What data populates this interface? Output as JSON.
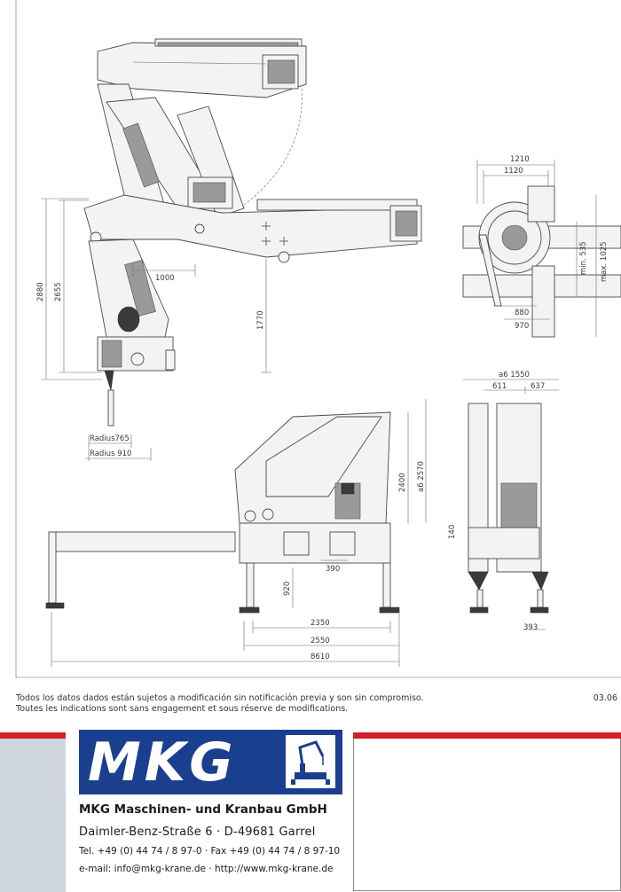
{
  "dimensions": {
    "d2880": "2880",
    "d2655": "2655",
    "d1000": "1000",
    "d1770": "1770",
    "radius765": "Radius765",
    "radius910": "Radius 910",
    "d1210": "1210",
    "d1120": "1120",
    "d880": "880",
    "d970": "970",
    "min535": "min. 535",
    "max1025": "max. 1025",
    "a6_1550": "a6 1550",
    "d611": "611",
    "d637": "637",
    "d2400": "2400",
    "a6_2570": "a6 2570",
    "d390": "390",
    "d920": "920",
    "d2350": "2350",
    "d2550": "2550",
    "d8610": "8610",
    "d140": "140",
    "d393": "393"
  },
  "disclaimer": {
    "line1": "Todos los datos dados están sujetos a modificación sin notificación previa y son sin compromiso.",
    "line2": "Toutes les indications sont sans engagement et sous réserve de modifications."
  },
  "doc_date": "03.06",
  "logo": {
    "text": "MKG"
  },
  "company": {
    "name": "MKG Maschinen- und Kranbau GmbH",
    "street": "Daimler-Benz-Straße 6  ·  D-49681 Garrel",
    "phone": "Tel. +49 (0) 44 74 / 8 97-0 · Fax +49 (0) 44 74 / 8 97-10",
    "web": "e-mail: info@mkg-krane.de · http://www.mkg-krane.de"
  },
  "colors": {
    "accent_red": "#d21f26",
    "brand_blue": "#1b3f8f",
    "panel_grey": "#cfd6dc"
  }
}
